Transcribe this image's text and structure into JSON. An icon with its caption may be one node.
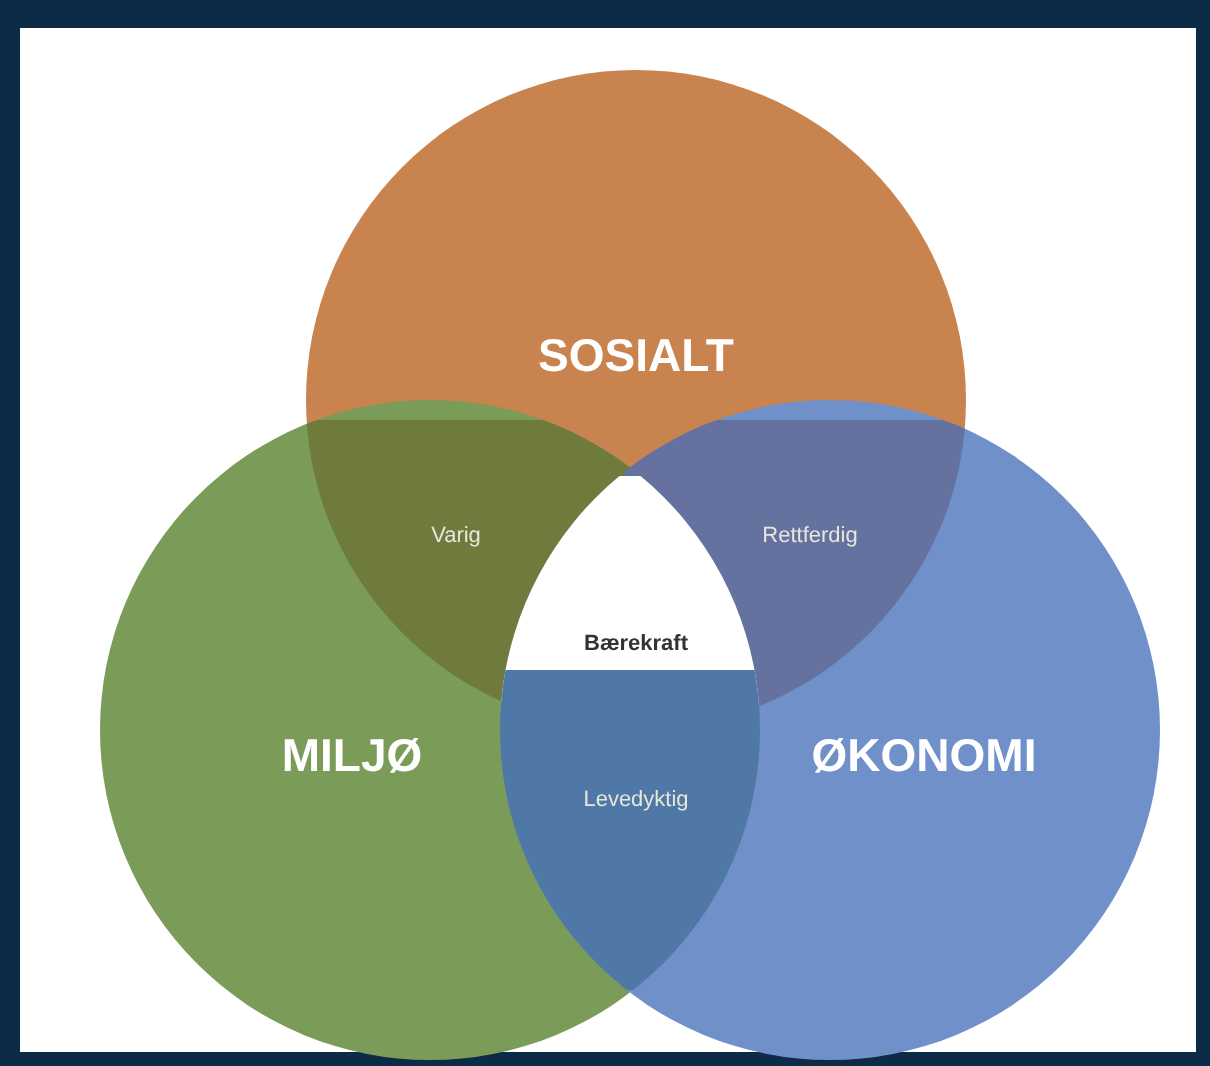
{
  "diagram": {
    "nodes": [
      {
        "text": [
          "SOSIALT"
        ]
      },
      {
        "text": [
          "MILJØ"
        ]
      },
      {
        "text": [
          "ØKONOMI"
        ]
      },
      {
        "text": [
          "Varig"
        ]
      },
      {
        "text": [
          "Rettferdig"
        ]
      },
      {
        "text": [
          "Bærekraft"
        ]
      },
      {
        "text": [
          "Levedyktig"
        ]
      }
    ]
  }
}
